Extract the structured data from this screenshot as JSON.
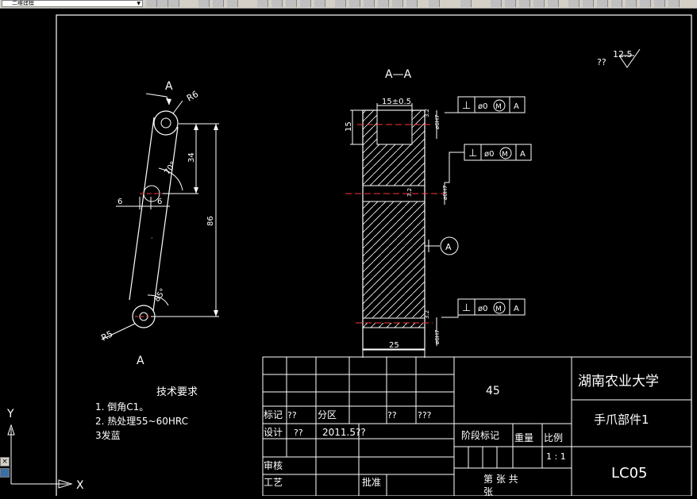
{
  "toolbar": {
    "workspace_combo_value": "二维建模"
  },
  "drawing": {
    "section_label": "A—A",
    "section_view_A_top": "A",
    "section_view_A_bottom": "A",
    "surface_roughness": {
      "prefix": "??",
      "value": "12.5"
    },
    "dims": {
      "r6": "R6",
      "r5": "R5",
      "angle_top": "70°",
      "angle_bottom": "85°",
      "d34": "34",
      "d86": "86",
      "d6a": "6",
      "d6b": "6",
      "d15pm": "15±0.5",
      "d15": "15",
      "d25": "25",
      "fit1": "ø6H7",
      "fit2": "ø6H7",
      "fit3": "ø6H7",
      "ra1": "3.2",
      "ra2": "3.2",
      "ra3": "3.2"
    },
    "tolerance_frames": [
      {
        "symbol": "⊥",
        "value": "ø0",
        "modifier": "M",
        "datum": "A"
      },
      {
        "symbol": "⊥",
        "value": "ø0",
        "modifier": "M",
        "datum": "A"
      },
      {
        "symbol": "⊥",
        "value": "ø0",
        "modifier": "M",
        "datum": "A"
      }
    ],
    "datum_marker": "A"
  },
  "tech_requirements": {
    "title": "技术要求",
    "lines": [
      "1. 倒角C1。",
      "2. 热处理55~60HRC",
      "3发蓝"
    ]
  },
  "title_block": {
    "material": "45",
    "university": "湖南农业大学",
    "part_name": "手爪部件1",
    "drawing_number": "LC05",
    "row_mark": {
      "mark": "标记",
      "q1": "??",
      "zone": "分区",
      "q2": "??",
      "q3": "???"
    },
    "row_design": {
      "label": "设计",
      "q": "??",
      "date": "2011.5??"
    },
    "stage_mark": "阶段标记",
    "weight": "重量",
    "scale_label": "比例",
    "scale_value": "1 : 1",
    "review": "审核",
    "process": "工艺",
    "approve": "批准",
    "sheet": "第  张  共",
    "sheet_tail": "张"
  },
  "ucs": {
    "y_label": "Y",
    "x_label": "X"
  }
}
